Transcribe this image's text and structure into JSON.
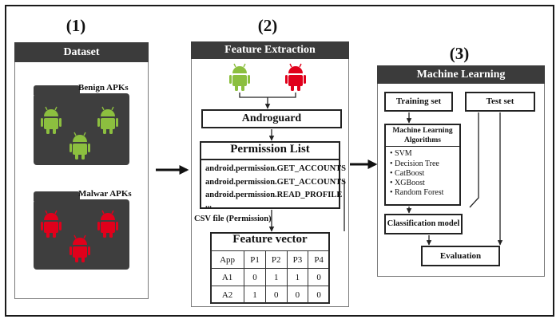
{
  "steps": {
    "one": "(1)",
    "two": "(2)",
    "three": "(3)"
  },
  "dataset": {
    "title": "Dataset",
    "benign_label": "Benign APKs",
    "malware_label": "Malwar APKs",
    "benign_color": "#8cbf3f",
    "malware_color": "#e0001b"
  },
  "feature_extraction": {
    "title": "Feature Extraction",
    "tool": "Androguard",
    "permission_list_title": "Permission List",
    "permissions": [
      "android.permission.GET_ACCOUNTS",
      "android.permission.GET_ACCOUNTS",
      "android.permission.READ_PROFILE",
      "..."
    ],
    "csv_label": "CSV file (Permission)",
    "feature_vector_title": "Feature vector",
    "table_header": [
      "App",
      "P1",
      "P2",
      "P3",
      "P4"
    ],
    "table_rows": [
      [
        "A1",
        "0",
        "1",
        "1",
        "0"
      ],
      [
        "A2",
        "1",
        "0",
        "0",
        "0"
      ]
    ]
  },
  "machine_learning": {
    "title": "Machine Learning",
    "training_set": "Training set",
    "test_set": "Test set",
    "algorithms_title": "Machine Learning Algorithms",
    "algorithms": [
      "SVM",
      "Decision Tree",
      "CatBoost",
      "XGBoost",
      "Random Forest"
    ],
    "classification_model": "Classification model",
    "evaluation": "Evaluation"
  },
  "colors": {
    "panel_header": "#3b3b3b",
    "folder": "#3e3e3e"
  }
}
